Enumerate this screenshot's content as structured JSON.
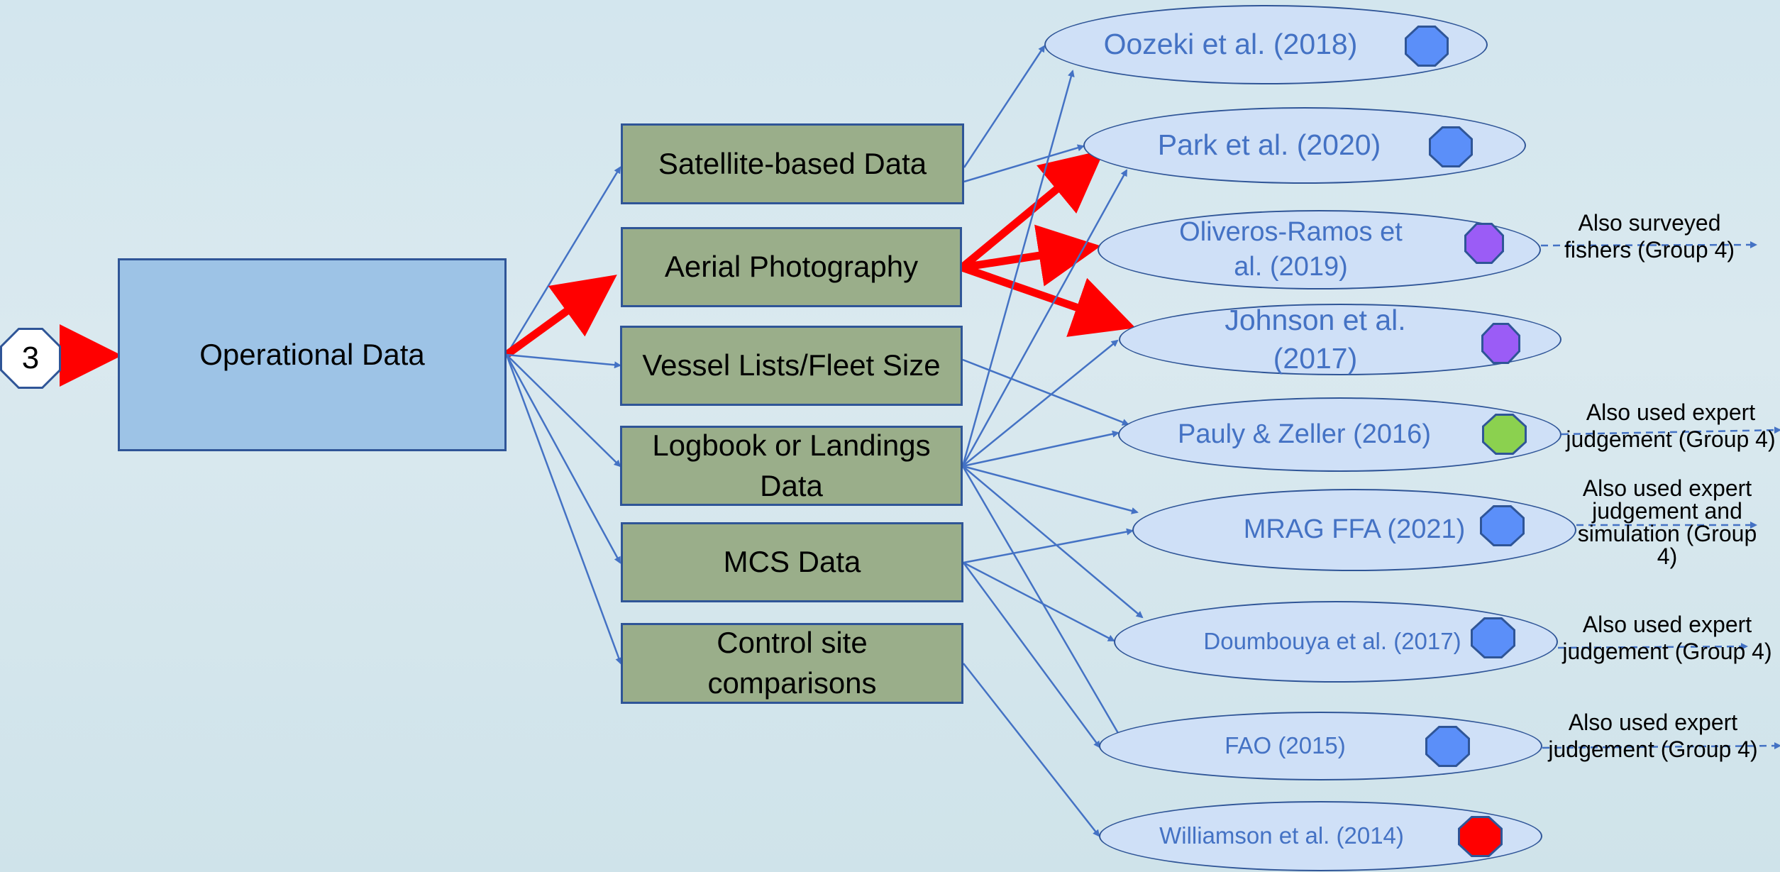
{
  "step_number": "3",
  "main_node": {
    "label": "Operational Data"
  },
  "data_sources": [
    {
      "label": "Satellite-based Data"
    },
    {
      "label": "Aerial Photography"
    },
    {
      "label": "Vessel Lists/Fleet Size"
    },
    {
      "label": "Logbook or Landings Data"
    },
    {
      "label": "MCS Data"
    },
    {
      "label": "Control site comparisons"
    }
  ],
  "studies": [
    {
      "label": "Oozeki et al. (2018)",
      "badge_color": "#5b8ff9"
    },
    {
      "label": "Park et al. (2020)",
      "badge_color": "#5b8ff9"
    },
    {
      "label": "Oliveros-Ramos et al. (2019)",
      "badge_color": "#9b5cf6"
    },
    {
      "label": "Johnson et al. (2017)",
      "badge_color": "#9b5cf6"
    },
    {
      "label": "Pauly & Zeller (2016)",
      "badge_color": "#8bd14f"
    },
    {
      "label": "MRAG FFA (2021)",
      "badge_color": "#5b8ff9"
    },
    {
      "label": "Doumbouya et al. (2017)",
      "badge_color": "#5b8ff9"
    },
    {
      "label": "FAO (2015)",
      "badge_color": "#5b8ff9"
    },
    {
      "label": "Williamson et al. (2014)",
      "badge_color": "#ff0000"
    }
  ],
  "notes": [
    {
      "text": "Also surveyed fishers (Group 4)"
    },
    {
      "text": "Also used expert judgement (Group 4)"
    },
    {
      "text": "Also used expert judgement and simulation (Group 4)"
    },
    {
      "text": "Also used expert judgement (Group 4)"
    },
    {
      "text": "Also used expert judgement (Group 4)"
    }
  ],
  "colors": {
    "connector": "#4472c4",
    "highlight": "#ff0000",
    "main_fill": "#9dc3e6",
    "source_fill": "#9aae8a",
    "study_fill": "#cfe0f7",
    "border": "#2f5597"
  }
}
